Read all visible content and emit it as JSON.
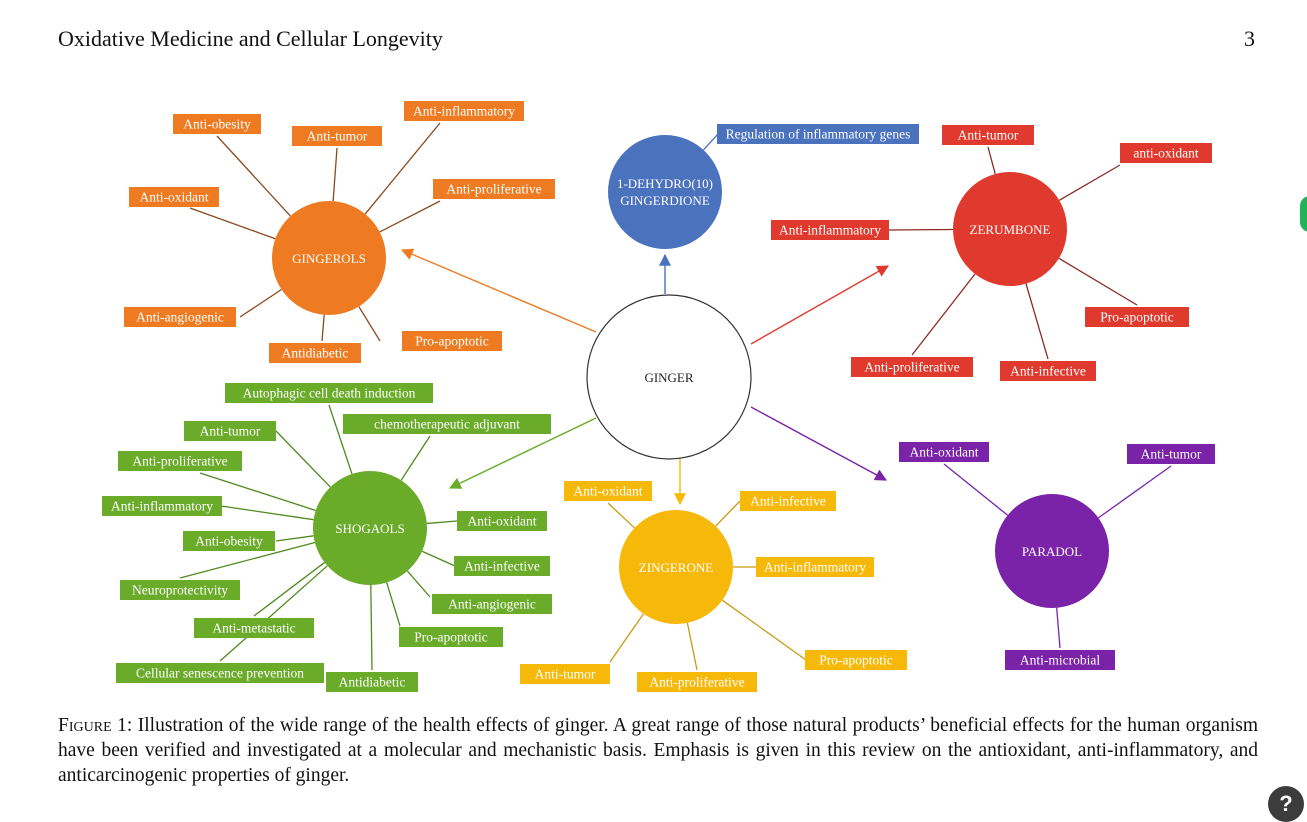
{
  "header": {
    "journal_title": "Oxidative Medicine and Cellular Longevity",
    "page_number": "3"
  },
  "figure": {
    "center": {
      "label": "GINGER",
      "color": "#ffffff"
    },
    "clusters": [
      {
        "id": "gingerols",
        "label": "GINGEROLS",
        "color": "#ee7b22",
        "effects": [
          "Anti-obesity",
          "Anti-tumor",
          "Anti-inflammatory",
          "Anti-oxidant",
          "Anti-proliferative",
          "Anti-angiogenic",
          "Antidiabetic",
          "Pro-apoptotic"
        ]
      },
      {
        "id": "dehydro",
        "label_line1": "1-DEHYDRO(10)",
        "label_line2": "GINGERDIONE",
        "color": "#4a72bd",
        "effects": [
          "Regulation of inflammatory genes"
        ]
      },
      {
        "id": "zerumbone",
        "label": "ZERUMBONE",
        "color": "#e03a2e",
        "effects": [
          "Anti-tumor",
          "anti-oxidant",
          "Anti-inflammatory",
          "Pro-apoptotic",
          "Anti-proliferative",
          "Anti-infective"
        ]
      },
      {
        "id": "shogaols",
        "label": "SHOGAOLS",
        "color": "#6aab2a",
        "effects": [
          "Autophagic cell death induction",
          "chemotherapeutic adjuvant",
          "Anti-tumor",
          "Anti-proliferative",
          "Anti-inflammatory",
          "Anti-oxidant",
          "Anti-obesity",
          "Anti-infective",
          "Neuroprotectivity",
          "Anti-angiogenic",
          "Anti-metastatic",
          "Pro-apoptotic",
          "Cellular senescence prevention",
          "Antidiabetic"
        ]
      },
      {
        "id": "zingerone",
        "label": "ZINGERONE",
        "color": "#f6b90a",
        "effects": [
          "Anti-oxidant",
          "Anti-infective",
          "Anti-inflammatory",
          "Anti-tumor",
          "Anti-proliferative",
          "Pro-apoptotic"
        ]
      },
      {
        "id": "paradol",
        "label": "PARADOL",
        "color": "#7a22a8",
        "effects": [
          "Anti-oxidant",
          "Anti-tumor",
          "Anti-microbial"
        ]
      }
    ]
  },
  "caption": {
    "label": "Figure 1:",
    "text": "Illustration of the wide range of the health effects of ginger. A great range of those natural products’ beneficial effects for the human organism have been verified and investigated at a molecular and mechanistic basis. Emphasis is given in this review on the antioxidant, anti-inflammatory, and anticarcinogenic properties of ginger."
  },
  "help": {
    "label": "?"
  }
}
